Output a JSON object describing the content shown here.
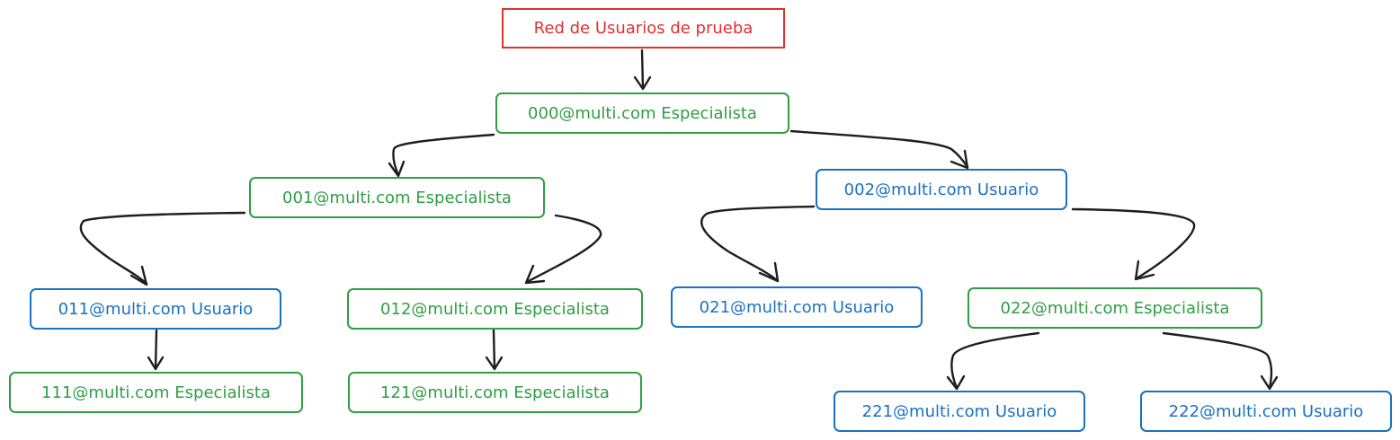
{
  "diagram": {
    "title": "Red de Usuarios de prueba",
    "nodes": {
      "n000": {
        "label": "000@multi.com Especialista",
        "role": "especialista"
      },
      "n001": {
        "label": "001@multi.com Especialista",
        "role": "especialista"
      },
      "n002": {
        "label": "002@multi.com Usuario",
        "role": "usuario"
      },
      "n011": {
        "label": "011@multi.com Usuario",
        "role": "usuario"
      },
      "n012": {
        "label": "012@multi.com Especialista",
        "role": "especialista"
      },
      "n021": {
        "label": "021@multi.com Usuario",
        "role": "usuario"
      },
      "n022": {
        "label": "022@multi.com Especialista",
        "role": "especialista"
      },
      "n111": {
        "label": "111@multi.com Especialista",
        "role": "especialista"
      },
      "n121": {
        "label": "121@multi.com Especialista",
        "role": "especialista"
      },
      "n221": {
        "label": "221@multi.com Usuario",
        "role": "usuario"
      },
      "n222": {
        "label": "222@multi.com Usuario",
        "role": "usuario"
      }
    },
    "edges": [
      {
        "from": "title",
        "to": "n000"
      },
      {
        "from": "n000",
        "to": "n001"
      },
      {
        "from": "n000",
        "to": "n002"
      },
      {
        "from": "n001",
        "to": "n011"
      },
      {
        "from": "n001",
        "to": "n012"
      },
      {
        "from": "n002",
        "to": "n021"
      },
      {
        "from": "n002",
        "to": "n022"
      },
      {
        "from": "n011",
        "to": "n111"
      },
      {
        "from": "n012",
        "to": "n121"
      },
      {
        "from": "n022",
        "to": "n221"
      },
      {
        "from": "n022",
        "to": "n222"
      }
    ],
    "colors": {
      "title": "#e03131",
      "especialista": "#2f9e44",
      "usuario": "#1971c2",
      "arrow": "#1e1e1e"
    }
  }
}
